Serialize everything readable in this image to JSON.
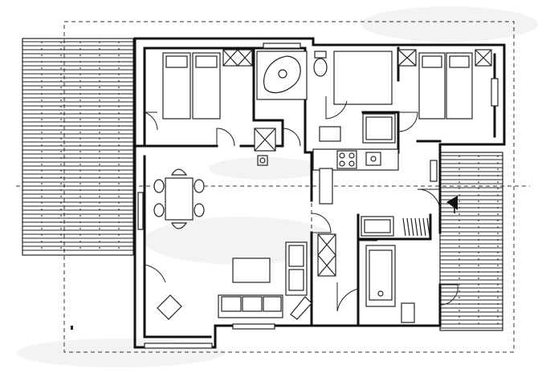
{
  "plan": {
    "title": "",
    "labels": [],
    "colors": {
      "ink": "#111111",
      "paper": "#ffffff",
      "smudge": "#e6e6e6"
    },
    "icons": [
      "bed-icon",
      "bathtub-icon",
      "toilet-icon",
      "sink-icon",
      "stove-icon",
      "fridge-icon",
      "table-icon",
      "chair-icon",
      "sofa-icon",
      "shower-icon",
      "wardrobe-icon",
      "door-swing-icon",
      "entry-arrow-icon",
      "deck-hatching-icon"
    ],
    "rooms": [
      "bedroom-left",
      "bathroom",
      "bedroom-right",
      "living-dining",
      "kitchen",
      "shower-room",
      "terrace-left",
      "terrace-right"
    ]
  }
}
